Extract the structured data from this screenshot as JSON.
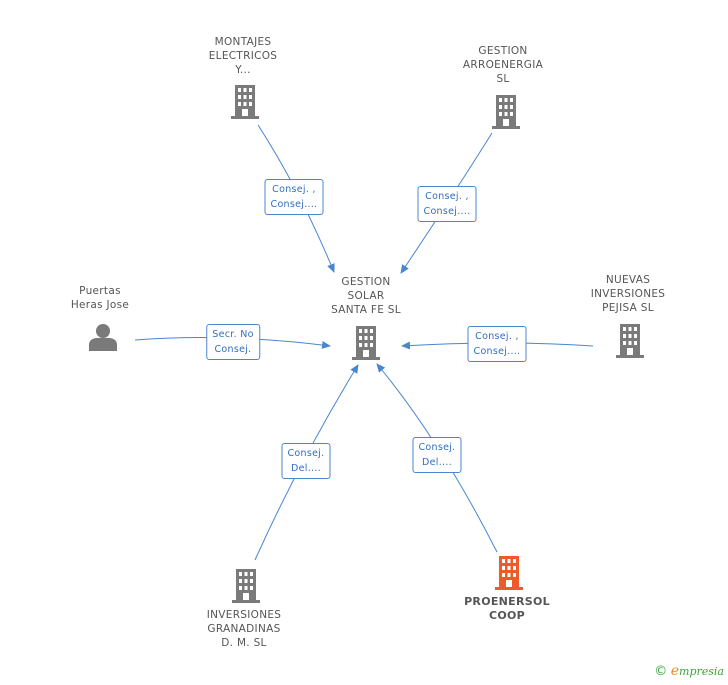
{
  "colors": {
    "building": "#7a7a7a",
    "building_highlight": "#f05a28",
    "person": "#7a7a7a",
    "edge": "#4a86d0"
  },
  "nodes": {
    "center": {
      "label": "GESTION\nSOLAR\nSANTA FE SL",
      "icon": "building-icon"
    },
    "montajes": {
      "label": "MONTAJES\nELECTRICOS\nY...",
      "icon": "building-icon"
    },
    "gestion_arro": {
      "label": "GESTION\nARROENERGIA\nSL",
      "icon": "building-icon"
    },
    "puertas": {
      "label": "Puertas\nHeras Jose",
      "icon": "person-icon"
    },
    "nuevas": {
      "label": "NUEVAS\nINVERSIONES\nPEJISA SL",
      "icon": "building-icon"
    },
    "inversiones": {
      "label": "INVERSIONES\nGRANADINAS\nD. M. SL",
      "icon": "building-icon"
    },
    "proenersol": {
      "label": "PROENERSOL\nCOOP",
      "icon": "building-icon-highlighted"
    }
  },
  "edges": {
    "montajes": "Consej. ,\nConsej....",
    "gestion_arro": "Consej. ,\nConsej....",
    "puertas": "Secr. No\nConsej.",
    "nuevas": "Consej. ,\nConsej....",
    "inversiones": "Consej.\nDel....",
    "proenersol": "Consej.\nDel...."
  },
  "brand": {
    "copyright": "©",
    "e": "e",
    "rest": "mpresia"
  }
}
